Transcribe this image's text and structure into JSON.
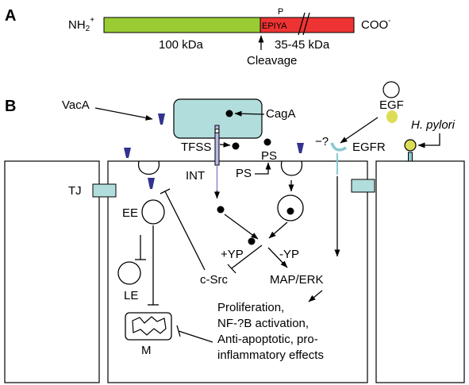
{
  "panels": {
    "a": "A",
    "b": "B"
  },
  "protein": {
    "n_term": "NH",
    "n_term_sub": "2",
    "n_term_sup": "+",
    "c_term": "COO",
    "c_term_sup": "-",
    "motif": "EPIYA",
    "phospho": "P",
    "left_size": "100 kDa",
    "right_size": "35-45 kDa",
    "cleavage": "Cleavage",
    "colors": {
      "n_domain": "#99cc33",
      "c_domain": "#ee3333"
    }
  },
  "labels": {
    "vaca": "VacA",
    "caga": "CagA",
    "tfss": "TFSS",
    "ps1": "PS",
    "ps2": "PS",
    "int": "INT",
    "tj": "TJ",
    "ee": "EE",
    "le": "LE",
    "m": "M",
    "csrc": "c-Src",
    "plus_yp": "+YP",
    "minus_yp": "-YP",
    "maperk": "MAP/ERK",
    "egfr": "EGFR",
    "egfr_q": "−?",
    "egf": "EGF",
    "hpylori": "H. pylori"
  },
  "effects": [
    "Proliferation,",
    "NF-?B activation,",
    "Anti-apoptotic, pro-",
    "inflammatory effects"
  ],
  "colors": {
    "caga_box": "#b2dddd",
    "tj_box": "#b2dddd",
    "vaca_marker": "#33338f",
    "egf_ligand": "#dddd55",
    "receptor": "#88c8d0"
  }
}
